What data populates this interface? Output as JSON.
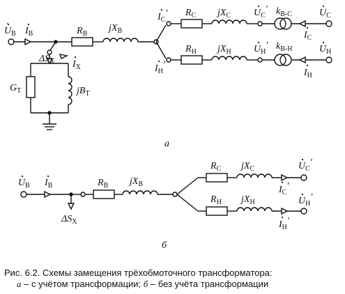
{
  "labels": {
    "a_ub": "U",
    "a_ub_sub": "В",
    "a_ib": "I",
    "a_ib_sub": "В",
    "a_rb": "R",
    "a_rb_sub": "В",
    "a_jxb": "jX",
    "a_jxb_sub": "В",
    "a_ic": "I",
    "a_ic_sub": "С",
    "a_ic_prime": "′",
    "a_in": "I",
    "a_in_sub": "Н",
    "a_in_prime": "′",
    "a_rc": "R",
    "a_rc_sub": "С",
    "a_jxc": "jX",
    "a_jxc_sub": "С",
    "a_ucp": "U",
    "a_ucp_sub": "С",
    "a_ucp_prime": "′",
    "a_kbc": "k",
    "a_kbc_sub": "В-С",
    "a_uc": "U",
    "a_uc_sub": "С",
    "a_ic2": "I",
    "a_ic2_sub": "С",
    "a_rn": "R",
    "a_rn_sub": "Н",
    "a_jxn": "jX",
    "a_jxn_sub": "Н",
    "a_unp": "U",
    "a_unp_sub": "Н",
    "a_unp_prime": "′",
    "a_kbn": "k",
    "a_kbn_sub": "В-Н",
    "a_un": "U",
    "a_un_sub": "Н",
    "a_in2": "I",
    "a_in2_sub": "Н",
    "a_ix": "I",
    "a_ix_sub": "Х",
    "a_dsx": "ΔS",
    "a_dsx_sub": "Х",
    "a_gt": "G",
    "a_gt_sub": "Т",
    "a_jbt": "jB",
    "a_jbt_sub": "Т",
    "tag_a": "а",
    "b_ub": "U",
    "b_ub_sub": "В",
    "b_ib": "I",
    "b_ib_sub": "В",
    "b_rb": "R",
    "b_rb_sub": "В",
    "b_jxb": "jX",
    "b_jxb_sub": "В",
    "b_rc": "R",
    "b_rc_sub": "С",
    "b_jxc": "jX",
    "b_jxc_sub": "С",
    "b_ucp": "U",
    "b_ucp_sub": "С",
    "b_ucp_prime": "′",
    "b_icp": "I",
    "b_icp_sub": "С",
    "b_icp_prime": "′",
    "b_rn": "R",
    "b_rn_sub": "Н",
    "b_jxn": "jX",
    "b_jxn_sub": "Н",
    "b_unp": "U",
    "b_unp_sub": "Н",
    "b_unp_prime": "′",
    "b_inp": "I",
    "b_inp_sub": "Н",
    "b_inp_prime": "′",
    "b_dsx": "ΔS",
    "b_dsx_sub": "Х",
    "tag_b": "б"
  },
  "caption": {
    "line1": "Рис. 6.2. Схемы замещения трёхобмоточного трансформатора:",
    "a_letter": "а",
    "a_text": " – с учётом трансформации; ",
    "b_letter": "б",
    "b_text": " – без учёта трансформации"
  }
}
